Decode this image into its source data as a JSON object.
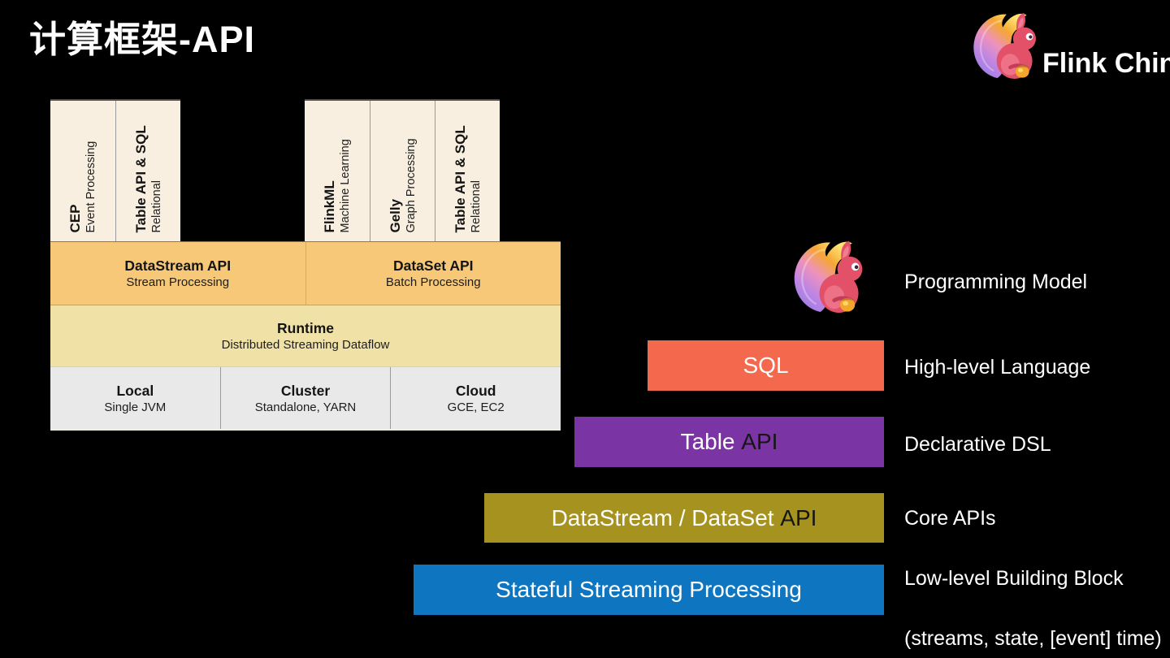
{
  "slide": {
    "title": "计算框架-API"
  },
  "brand": {
    "name": "Flink China",
    "squirrel_icon": "flink-squirrel"
  },
  "stack_diagram": {
    "libraries": {
      "stream_group": [
        {
          "name": "CEP",
          "desc": "Event Processing"
        },
        {
          "name": "Table API & SQL",
          "desc": "Relational"
        }
      ],
      "batch_group": [
        {
          "name": "FlinkML",
          "desc": "Machine Learning"
        },
        {
          "name": "Gelly",
          "desc": "Graph Processing"
        },
        {
          "name": "Table API & SQL",
          "desc": "Relational"
        }
      ]
    },
    "api_row": [
      {
        "name": "DataStream API",
        "desc": "Stream Processing"
      },
      {
        "name": "DataSet API",
        "desc": "Batch Processing"
      }
    ],
    "runtime_row": {
      "name": "Runtime",
      "desc": "Distributed Streaming Dataflow"
    },
    "deploy_row": [
      {
        "name": "Local",
        "desc": "Single JVM"
      },
      {
        "name": "Cluster",
        "desc": "Standalone, YARN"
      },
      {
        "name": "Cloud",
        "desc": "GCE, EC2"
      }
    ]
  },
  "abstraction_levels": {
    "programming_model_label": "Programming Model",
    "rows": [
      {
        "bar_main": "SQL",
        "bar_accent": "",
        "label": "High-level Language",
        "color": "#f4684d"
      },
      {
        "bar_main": "Table ",
        "bar_accent": "API",
        "label": "Declarative DSL",
        "color": "#7b34a4"
      },
      {
        "bar_main": "DataStream / DataSet ",
        "bar_accent": "API",
        "label": "Core APIs",
        "color": "#a6921f"
      },
      {
        "bar_main": "Stateful Streaming Processing",
        "bar_accent": "",
        "label": "Low-level Building Block",
        "color": "#0e76c0"
      }
    ],
    "footnote": "(streams, state, [event] time)"
  },
  "colors": {
    "background": "#000000",
    "title_text": "#ffffff",
    "diagram_library_bg": "#f8efe0",
    "diagram_api_bg": "#f6c878",
    "diagram_runtime_bg": "#f0e2a6",
    "diagram_deploy_bg": "#e9e9e9",
    "bar_accent_text": "#161616",
    "label_text": "#ffffff"
  }
}
